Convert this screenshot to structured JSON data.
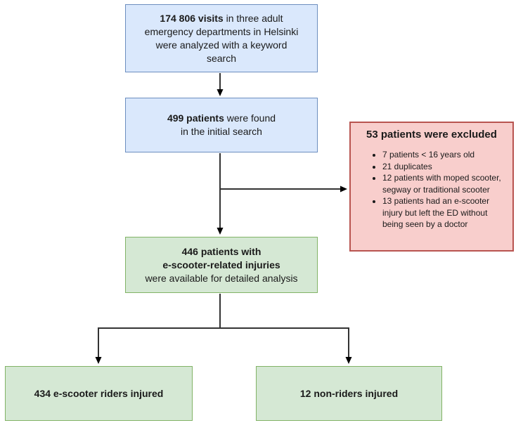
{
  "diagram": {
    "visits": {
      "bold": "174 806 visits",
      "line1_rest": " in three adult",
      "line2": "emergency departments in Helsinki",
      "line3": "were analyzed with a keyword",
      "line4": "search"
    },
    "found": {
      "bold": "499 patients",
      "line1_rest": " were found",
      "line2": "in the initial search"
    },
    "excluded": {
      "title": "53 patients were excluded",
      "bullets": [
        "7 patients < 16 years old",
        "21 duplicates",
        "12 patients with moped scooter, segway or traditional scooter",
        "13 patients had an e-scooter injury but left the ED without being seen by a doctor"
      ]
    },
    "available": {
      "bold_line1": "446 patients with",
      "bold_line2": "e-scooter-related injuries",
      "line3": "were available for detailed analysis"
    },
    "riders": {
      "label": "434 e-scooter riders injured"
    },
    "nonriders": {
      "label": "12 non-riders injured"
    }
  },
  "colors": {
    "blue-fill": "#dae8fc",
    "blue-border": "#6c8ebf",
    "green-fill": "#d5e8d4",
    "green-border": "#82b366",
    "red-fill": "#f8cecc",
    "red-border": "#b85450",
    "line": "#333333",
    "text": "#1a1a1a",
    "bg": "#ffffff"
  }
}
